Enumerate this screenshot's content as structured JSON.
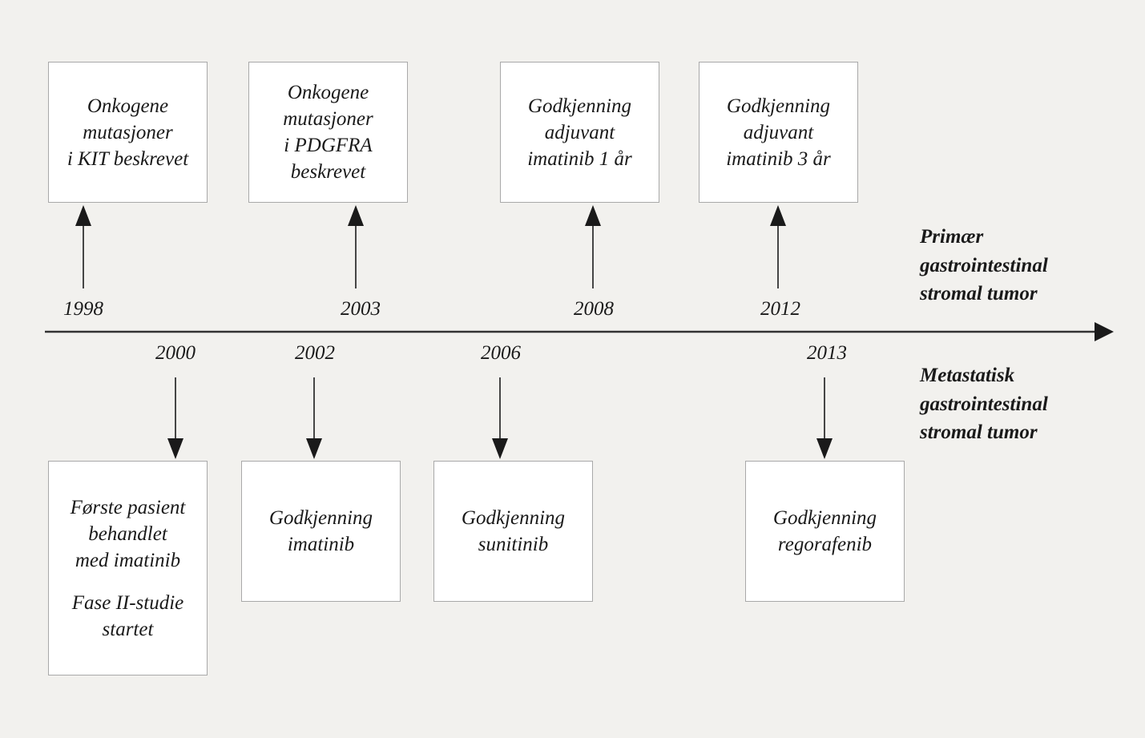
{
  "figure": {
    "background_color": "#f2f1ee",
    "box_fill_color": "#ffffff",
    "box_border_color": "#a9a9a9",
    "line_color": "#333333",
    "text_color": "#1a1a1a"
  },
  "axis": {
    "name": "timeline-axis",
    "direction": "left-to-right",
    "has_arrowhead": true
  },
  "side_labels": {
    "above": "Primær\ngastrointestinal\nstromal tumor",
    "below": "Metastatisk\ngastrointestinal\nstromal tumor"
  },
  "above_events": [
    {
      "year": "1998",
      "text": "Onkogene\nmutasjoner\ni KIT beskrevet",
      "paragraphs": [
        "Onkogene\nmutasjoner\ni KIT beskrevet"
      ]
    },
    {
      "year": "2003",
      "text": "Onkogene\nmutasjoner\ni PDGFRA\nbeskrevet",
      "paragraphs": [
        "Onkogene\nmutasjoner\ni PDGFRA\nbeskrevet"
      ]
    },
    {
      "year": "2008",
      "text": "Godkjenning\nadjuvant\nimatinib 1 år",
      "paragraphs": [
        "Godkjenning\nadjuvant\nimatinib 1 år"
      ]
    },
    {
      "year": "2012",
      "text": "Godkjenning\nadjuvant\nimatinib 3 år",
      "paragraphs": [
        "Godkjenning\nadjuvant\nimatinib 3 år"
      ]
    }
  ],
  "below_events": [
    {
      "year": "2000",
      "text": "Første pasient\nbehandlet\nmed imatinib\n\nFase II-studie\nstartet",
      "paragraphs": [
        "Første pasient\nbehandlet\nmed imatinib",
        "Fase II-studie\nstartet"
      ]
    },
    {
      "year": "2002",
      "text": "Godkjenning\nimatinib",
      "paragraphs": [
        "Godkjenning\nimatinib"
      ]
    },
    {
      "year": "2006",
      "text": "Godkjenning\nsunitinib",
      "paragraphs": [
        "Godkjenning\nsunitinib"
      ]
    },
    {
      "year": "2013",
      "text": "Godkjenning\nregorafenib",
      "paragraphs": [
        "Godkjenning\nregorafenib"
      ]
    }
  ]
}
